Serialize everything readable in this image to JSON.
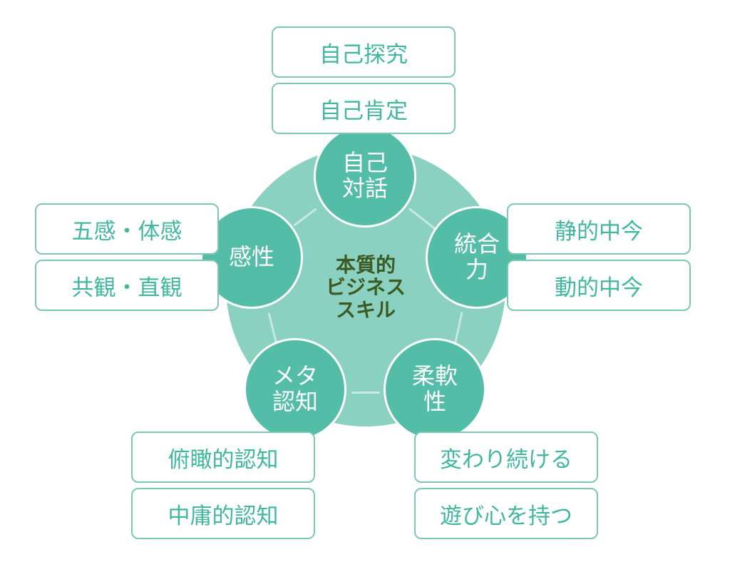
{
  "center": {
    "label": "本質的\nビジネス\nスキル"
  },
  "nodes": {
    "self_dialogue": "自己\n対話",
    "integration": "統合\n力",
    "flexibility": "柔軟\n性",
    "meta_cognition": "メタ\n認知",
    "sensibility": "感性"
  },
  "labels": {
    "self_dialogue": [
      "自己探究",
      "自己肯定"
    ],
    "integration": [
      "静的中今",
      "動的中今"
    ],
    "flexibility": [
      "変わり続ける",
      "遊び心を持つ"
    ],
    "meta_cognition": [
      "俯瞰的認知",
      "中庸的認知"
    ],
    "sensibility": [
      "五感・体感",
      "共観・直観"
    ]
  }
}
